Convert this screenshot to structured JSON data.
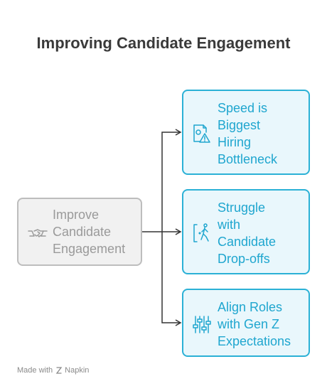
{
  "title": "Improving Candidate Engagement",
  "root": {
    "lines": [
      "Improve",
      "Candidate",
      "Engagement"
    ],
    "icon": "handshake-icon"
  },
  "branches": [
    {
      "lines": [
        "Speed is",
        "Biggest",
        "Hiring",
        "Bottleneck"
      ],
      "icon": "document-warning-icon"
    },
    {
      "lines": [
        "Struggle",
        "with",
        "Candidate",
        "Drop-offs"
      ],
      "icon": "walking-person-icon"
    },
    {
      "lines": [
        "Align Roles",
        "with Gen Z",
        "Expectations"
      ],
      "icon": "sliders-icon"
    }
  ],
  "footer": {
    "made_with": "Made with",
    "brand": "Napkin"
  },
  "colors": {
    "accent": "#2bb1d6",
    "accent_fill": "#e9f7fc",
    "root_border": "#bdbdbd",
    "root_fill": "#f1f1f1",
    "title": "#3a3a3a",
    "connector": "#333333"
  }
}
